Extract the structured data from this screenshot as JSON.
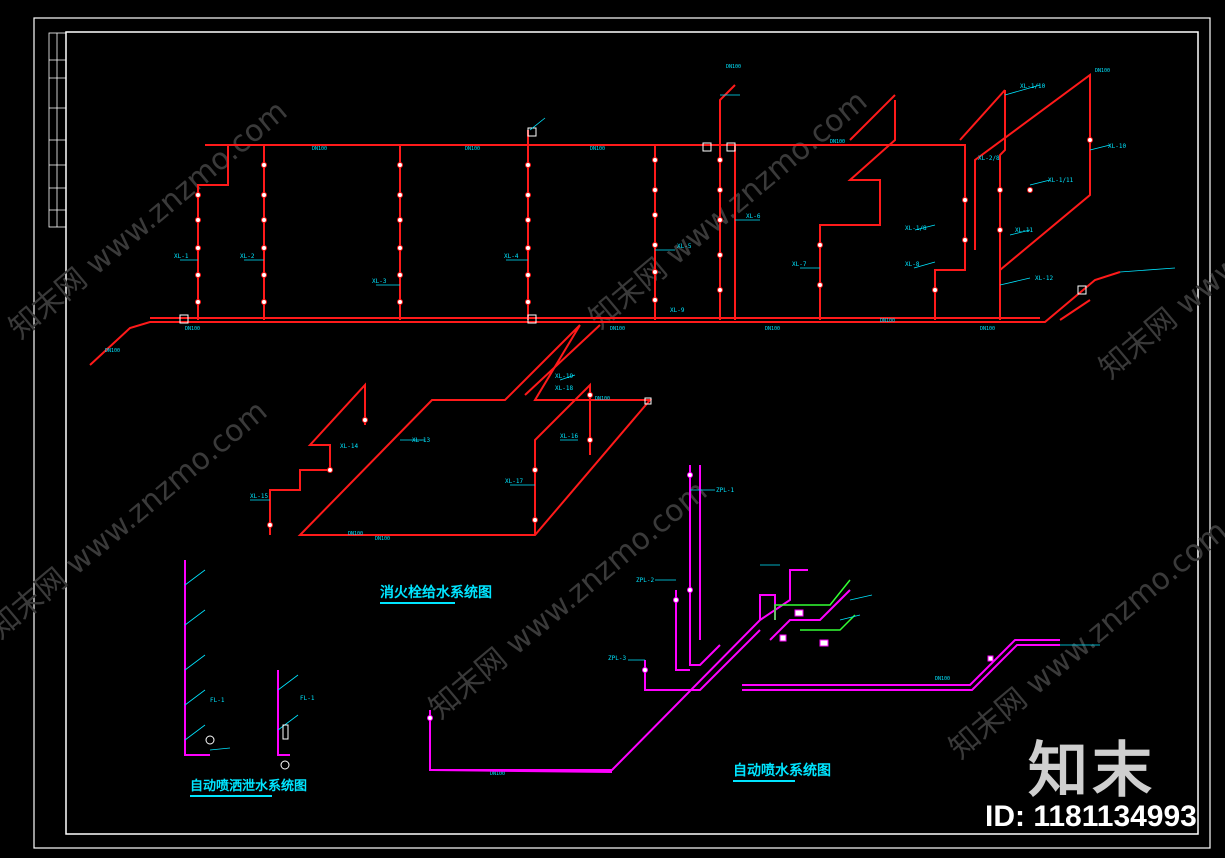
{
  "drawing": {
    "titles": {
      "hydrant": "消火栓给水系统图",
      "sprinkler": "自动喷水系统图",
      "drain": "自动喷洒泄水系统图"
    },
    "pipe_labels": {
      "hydrant_risers": [
        "XL-1",
        "XL-2",
        "XL-3",
        "XL-4",
        "XL-5",
        "XL-6",
        "XL-7",
        "XL-8",
        "XL-9",
        "XL-1/8",
        "XL-2/8",
        "XL-1/10",
        "XL-10",
        "XL-11",
        "XL-1/11",
        "XL-12",
        "XL-13",
        "XL-14",
        "XL-15",
        "XL-16",
        "XL-17",
        "XL-18",
        "XL-19"
      ],
      "sprinkler_risers": [
        "ZPL-1",
        "ZPL-2",
        "ZPL-3"
      ],
      "drain_risers": [
        "FL-1",
        "FL-1"
      ],
      "pipe_size": "DN100"
    },
    "colors": {
      "frame": "#ffffff",
      "hydrant_pipe": "#ff1a1a",
      "sprinkler_pipe": "#ff00ff",
      "annotation": "#00e5ff",
      "valve": "#ffffff",
      "branch": "#33ff33"
    }
  },
  "watermark": {
    "site": "www.znzmo.com",
    "brand": "知末网"
  },
  "brand": {
    "logo": "知末",
    "id_text": "ID: 1181134993"
  }
}
